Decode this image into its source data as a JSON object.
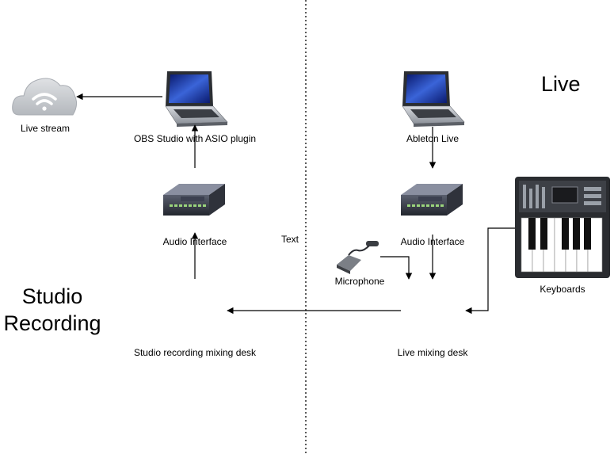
{
  "headings": {
    "live": "Live",
    "studio_line1": "Studio",
    "studio_line2": "Recording"
  },
  "nodes": {
    "cloud": {
      "label": "Live stream",
      "icon": "cloud-wifi-icon"
    },
    "obs_laptop": {
      "label": "OBS Studio with ASIO plugin",
      "icon": "laptop-icon"
    },
    "ableton_laptop": {
      "label": "Ableton Live",
      "icon": "laptop-icon"
    },
    "studio_interface": {
      "label": "Audio Interface",
      "icon": "audio-interface-icon"
    },
    "live_interface": {
      "label": "Audio Interface",
      "icon": "audio-interface-icon"
    },
    "microphone": {
      "label": "Microphone",
      "icon": "microphone-icon"
    },
    "keyboards": {
      "label": "Keyboards",
      "icon": "keyboard-synth-icon"
    },
    "studio_desk": {
      "label": "Studio recording mixing desk",
      "icon": "mixing-desk-icon"
    },
    "live_desk": {
      "label": "Live mixing desk",
      "icon": "mixing-desk-icon"
    }
  },
  "floating_text": "Text",
  "colors": {
    "line": "#000000",
    "divider": "#333333"
  }
}
